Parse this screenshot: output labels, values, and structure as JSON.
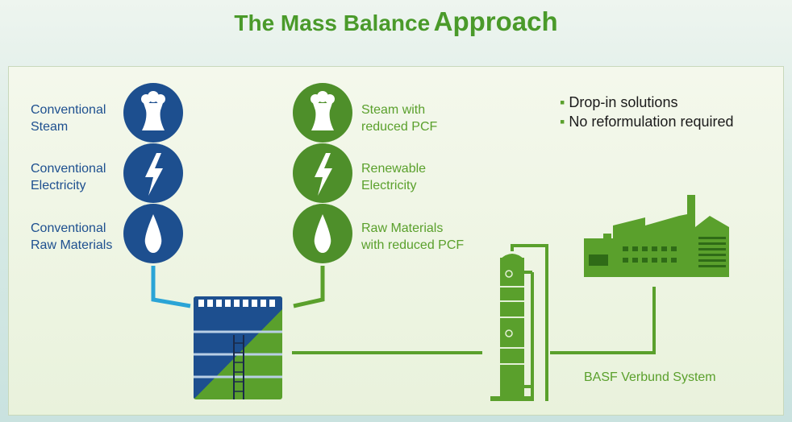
{
  "title": {
    "part1": "The Mass Balance",
    "part2": "Approach"
  },
  "left_inputs": [
    {
      "line1": "Conventional",
      "line2": "Steam",
      "icon": "steam-icon"
    },
    {
      "line1": "Conventional",
      "line2": "Electricity",
      "icon": "lightning-icon"
    },
    {
      "line1": "Conventional",
      "line2": "Raw Materials",
      "icon": "drop-icon"
    }
  ],
  "right_inputs": [
    {
      "line1": "Steam with",
      "line2": "reduced PCF",
      "icon": "steam-icon"
    },
    {
      "line1": "Renewable",
      "line2": "Electricity",
      "icon": "lightning-icon"
    },
    {
      "line1": "Raw Materials",
      "line2": "with reduced PCF",
      "icon": "drop-icon"
    }
  ],
  "bullets": [
    "Drop-in solutions",
    "No reformulation required"
  ],
  "verbund_label": "BASF Verbund System",
  "colors": {
    "blue": "#1d4f8f",
    "green": "#5aa02c",
    "title_green": "#4a9a2a"
  }
}
